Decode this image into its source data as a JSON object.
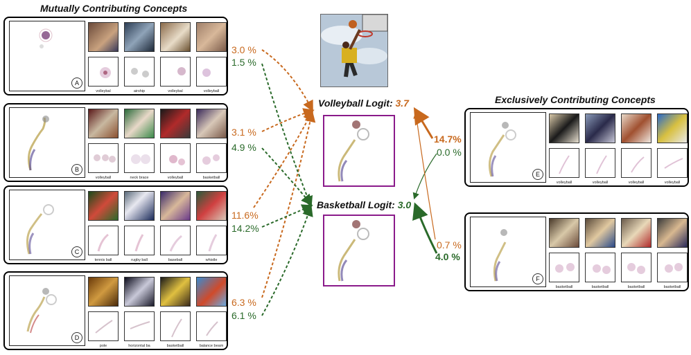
{
  "titles": {
    "mutual": "Mutually Contributing Concepts",
    "exclusive": "Exclusively Contributing Concepts"
  },
  "colors": {
    "volleyball": "#c8691e",
    "basketball": "#2a6a2a",
    "logit_border": "#8a1a8a"
  },
  "logits": {
    "volleyball": {
      "label": "Volleyball Logit",
      "value": "3.7"
    },
    "basketball": {
      "label": "Basketball Logit",
      "value": "3.0"
    }
  },
  "panels": [
    {
      "id": "A",
      "labels": [
        "volleybal",
        "airship",
        "volleybal",
        "volleyball"
      ],
      "volleyball_pct": "3.0 %",
      "basketball_pct": "1.5 %"
    },
    {
      "id": "B",
      "labels": [
        "volleyball",
        "neck brace",
        "volleyball",
        "basketball"
      ],
      "volleyball_pct": "3.1 %",
      "basketball_pct": "4.9 %"
    },
    {
      "id": "C",
      "labels": [
        "tennis ball",
        "rugby ball",
        "baseball",
        "whistle"
      ],
      "volleyball_pct": "11.6%",
      "basketball_pct": "14.2%"
    },
    {
      "id": "D",
      "labels": [
        "pole",
        "horizontal ba",
        "basketball",
        "balance beam"
      ],
      "volleyball_pct": "6.3 %",
      "basketball_pct": "6.1 %"
    }
  ],
  "exclusive_panels": [
    {
      "id": "E",
      "labels": [
        "volleyball",
        "volleyball",
        "volleyball",
        "volleyball"
      ],
      "volleyball_pct": "14.7%",
      "basketball_pct": "0.0 %"
    },
    {
      "id": "F",
      "labels": [
        "basketball",
        "basketball",
        "basketball",
        "basketball"
      ],
      "volleyball_pct": "0.7 %",
      "basketball_pct": "4.0 %"
    }
  ]
}
